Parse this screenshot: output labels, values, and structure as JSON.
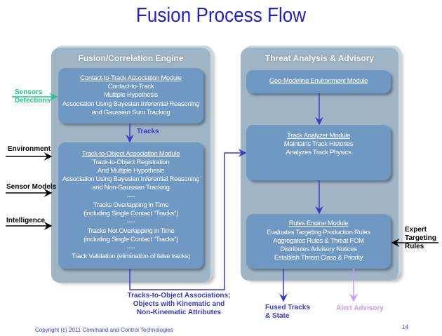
{
  "title": "Fusion Process Flow",
  "left_panel": {
    "header": "Fusion/Correlation Engine",
    "contact_module": {
      "heading": "Contact-to-Track Association Module",
      "lines": [
        "Contact-to-Track",
        "Multiple Hypothesis",
        "Association Using Bayesian Inferential Reasoning",
        "and Gaussian Sum Tracking"
      ]
    },
    "tracks_label": "Tracks",
    "object_module": {
      "heading": "Track-to-Object Association Module",
      "lines": [
        "Track-to-Object Registration",
        "And Multiple Hypothesis",
        "Association Using Bayesian Inferential Reasoning",
        "and Non-Gaussian Tracking",
        "----",
        "Tracks Overlapping in Time",
        "(including Single Contact “Tracks”)",
        "----",
        "Tracks Not Overlapping in Time",
        "(including Single Contact “Tracks”)",
        "----",
        "Track Validation (elimination of false tracks)"
      ]
    }
  },
  "right_panel": {
    "header": "Threat Analysis & Advisory",
    "geo_module": {
      "heading": "Geo-Modeling Environment Module"
    },
    "track_analyzer": {
      "heading": "Track Analyzer Module",
      "lines": [
        "Maintains Track Histories",
        "Analyzes Track Physics"
      ]
    },
    "rules_engine": {
      "heading": "Rules Engine Module",
      "lines": [
        "Evaluates Targeting Production Rules",
        "Aggregates Rules & Threat FOM",
        "Distributes Advisory Notices",
        "Establish Threat Class & Priority"
      ]
    }
  },
  "inputs": {
    "sensors": [
      "Sensors",
      "Detections"
    ],
    "environment": "Environment",
    "sensor_models": "Sensor Models",
    "intelligence": "Intelligence",
    "expert": [
      "Expert",
      "Targeting",
      "Rules"
    ]
  },
  "outputs": {
    "associations": [
      "Tracks-to-Object Associations;",
      "Objects with Kinematic and",
      "Non-Kinematic Attributes"
    ],
    "fused": [
      "Fused Tracks",
      "& State"
    ],
    "alert": "Alert Advisory"
  },
  "footer": {
    "copyright": "Copyright (c) 2011 Command and Control Technologies",
    "page": "14"
  },
  "colors": {
    "title": "#1f1fd0",
    "flow": "#3a3ac8",
    "sensors": "#1ec88a",
    "alert": "#c49cf0",
    "panel": "#9fb4c4",
    "module": "#6f98c2"
  }
}
